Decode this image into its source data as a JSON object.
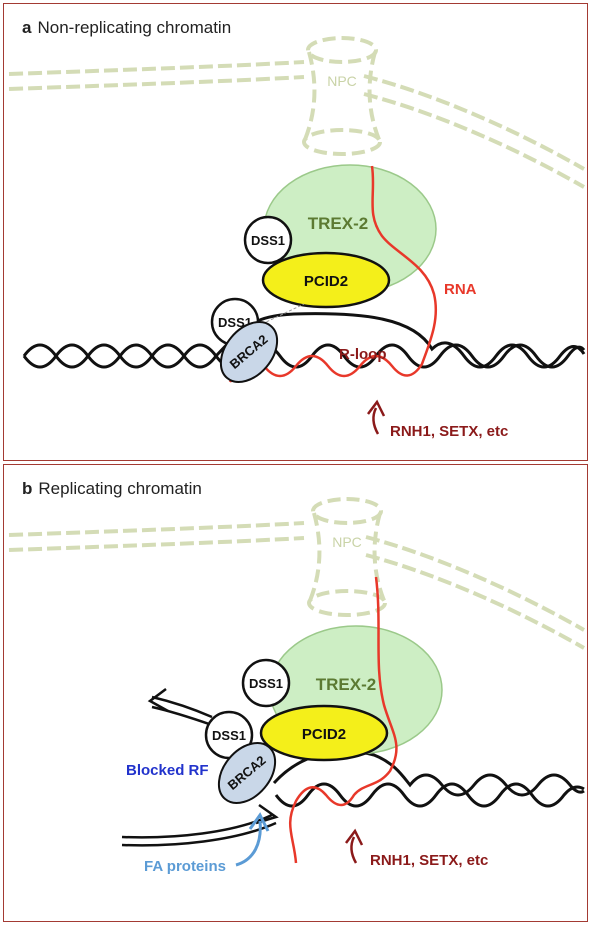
{
  "panel_a": {
    "letter": "a",
    "title": "Non-replicating chromatin",
    "npc": "NPC",
    "trex": "TREX-2",
    "dss1_top": "DSS1",
    "pcid2": "PCID2",
    "dss1_left": "DSS1",
    "brca2": "BRCA2",
    "rna": "RNA",
    "rloop": "R-loop",
    "enzymes": "RNH1, SETX, etc"
  },
  "panel_b": {
    "letter": "b",
    "title": "Replicating chromatin",
    "npc": "NPC",
    "trex": "TREX-2",
    "dss1_top": "DSS1",
    "pcid2": "PCID2",
    "dss1_left": "DSS1",
    "brca2": "BRCA2",
    "blocked_rf": "Blocked RF",
    "fa_proteins": "FA proteins",
    "enzymes": "RNH1, SETX, etc"
  },
  "colors": {
    "border": "#a33a33",
    "nuclear_envelope": "#d4dcb6",
    "trex_fill": "#cdeec4",
    "trex_text": "#5c7a32",
    "pcid2_fill": "#f4ef1a",
    "brca2_fill": "#c9d7e8",
    "rna": "#e8382a",
    "dark_red": "#8b1a1a",
    "blue_text": "#2233cc",
    "fa_blue": "#5b9bd5"
  }
}
